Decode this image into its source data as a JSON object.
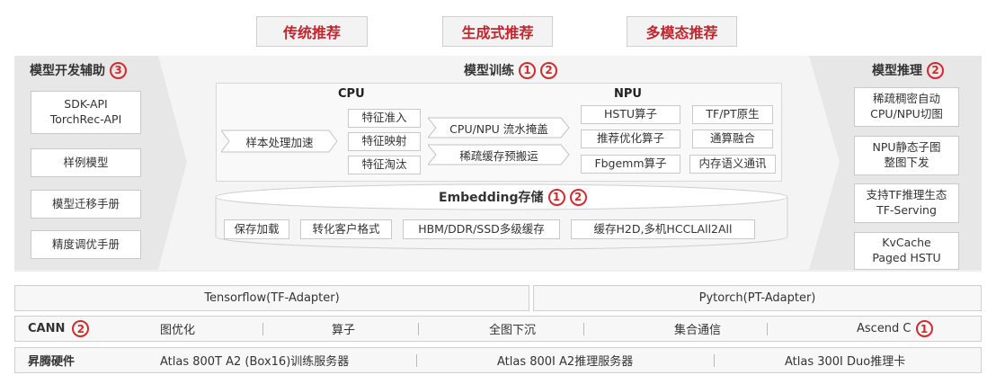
{
  "recommendations": [
    "传统推荐",
    "生成式推荐",
    "多模态推荐"
  ],
  "dev_aid": {
    "title": "模型开发辅助",
    "badges": [
      "3"
    ],
    "items": [
      "SDK-API\nTorchRec-API",
      "样例模型",
      "模型迁移手册",
      "精度调优手册"
    ]
  },
  "training": {
    "title": "模型训练",
    "badges": [
      "1",
      "2"
    ],
    "cpu_title": "CPU",
    "npu_title": "NPU",
    "sample_accel": "样本处理加速",
    "feature_items": [
      "特征准入",
      "特征映射",
      "特征淘汰"
    ],
    "pipeline_items": [
      "CPU/NPU 流水掩盖",
      "稀疏缓存预搬运"
    ],
    "npu_left": [
      "HSTU算子",
      "推荐优化算子",
      "Fbgemm算子"
    ],
    "npu_right": [
      "TF/PT原生",
      "通算融合",
      "内存语义通讯"
    ]
  },
  "embedding": {
    "title": "Embedding存储",
    "badges": [
      "1",
      "2"
    ],
    "items": [
      "保存加载",
      "转化客户格式",
      "HBM/DDR/SSD多级缓存",
      "缓存H2D,多机HCCLAll2All"
    ]
  },
  "inference": {
    "title": "模型推理",
    "badges": [
      "2"
    ],
    "items": [
      "稀疏稠密自动\nCPU/NPU切图",
      "NPU静态子图\n整图下发",
      "支持TF推理生态\nTF-Serving",
      "KvCache\nPaged HSTU"
    ]
  },
  "adapters": [
    "Tensorflow(TF-Adapter)",
    "Pytorch(PT-Adapter)"
  ],
  "cann": {
    "label": "CANN",
    "badge": "2",
    "items": [
      "图优化",
      "算子",
      "全图下沉",
      "集合通信",
      "Ascend C"
    ],
    "last_badge": "1"
  },
  "hardware": {
    "label": "昇腾硬件",
    "items": [
      "Atlas 800T A2 (Box16)训练服务器",
      "Atlas 800I A2推理服务器",
      "Atlas 300I Duo推理卡"
    ]
  },
  "colors": {
    "accent": "#d32a30",
    "band": "#eeeeee",
    "border": "#c9c9c9"
  }
}
